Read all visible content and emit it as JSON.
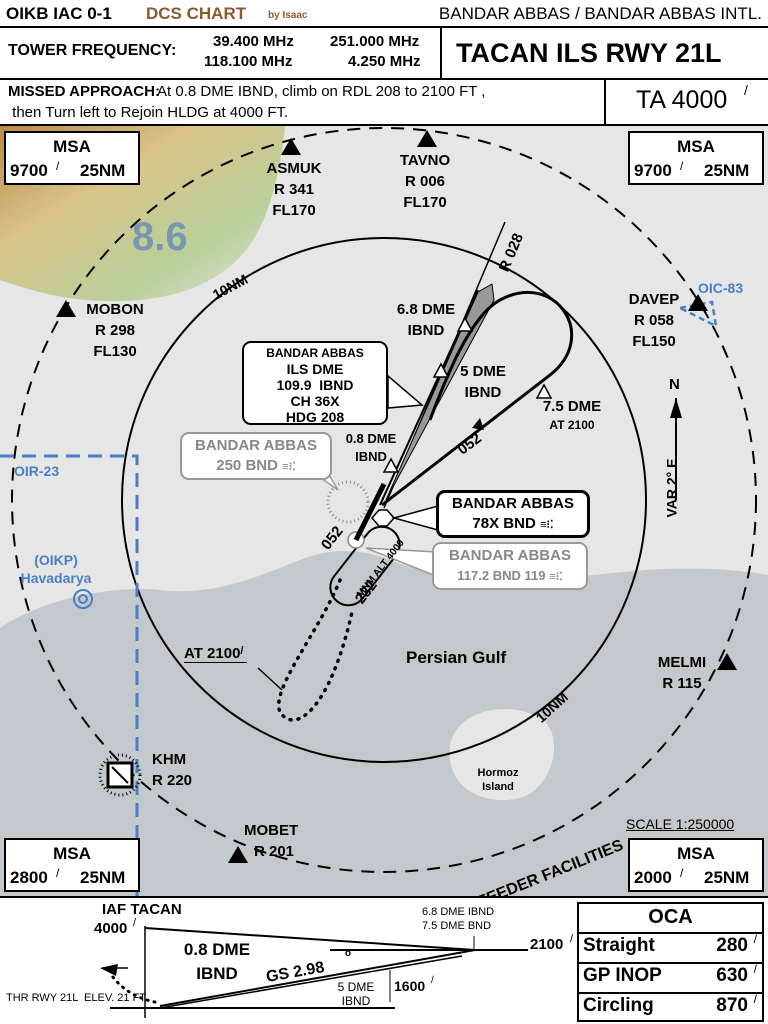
{
  "header": {
    "chart_id": "OIKB IAC 0-1",
    "dcs_label": "DCS CHART",
    "by_label": "by Isaac",
    "airport": "BANDAR ABBAS / BANDAR ABBAS INTL."
  },
  "tower": {
    "label": "TOWER FREQUENCY:",
    "freqs": [
      "39.400 MHz",
      "251.000 MHz",
      "118.100 MHz",
      "4.250 MHz"
    ]
  },
  "approach_title": "TACAN ILS RWY 21L",
  "missed": {
    "label": "MISSED APPROACH:",
    "line1": "At 0.8 DME IBND, climb on RDL 208 to 2100 FT ,",
    "line2": " then Turn left to Rejoin HLDG at 4000 FT."
  },
  "ta": {
    "value": "TA 4000",
    "mark": "/"
  },
  "msa_boxes": [
    {
      "label": "MSA",
      "alt": "9700",
      "mark": "/",
      "dist": "25NM"
    },
    {
      "label": "MSA",
      "alt": "9700",
      "mark": "/",
      "dist": "25NM"
    },
    {
      "label": "MSA",
      "alt": "2800",
      "mark": "/",
      "dist": "25NM"
    },
    {
      "label": "MSA",
      "alt": "2000",
      "mark": "/",
      "dist": "25NM"
    }
  ],
  "fixes": {
    "asmuk": [
      "ASMUK",
      "R 341",
      "FL170"
    ],
    "tavno": [
      "TAVNO",
      "R 006",
      "FL170"
    ],
    "mobon": [
      "MOBON",
      "R 298",
      "FL130"
    ],
    "davep": [
      "DAVEP",
      "R 058",
      "FL150"
    ],
    "melmi": [
      "MELMI",
      "R 115"
    ],
    "mobet": [
      "MOBET",
      "R 201"
    ],
    "khm": [
      "KHM",
      "R 220"
    ]
  },
  "ring_labels": {
    "nm10_top": "10NM",
    "nm10_bottom": "10NM",
    "feeder": "FEEDER FACILITIES"
  },
  "radial": "R 028",
  "deg_mark": "o",
  "dme_fixes": {
    "d68": [
      "6.8 DME",
      "IBND"
    ],
    "d5": [
      "5 DME",
      "IBND"
    ],
    "d75": [
      "7.5 DME",
      "AT 2100"
    ],
    "d08": [
      "0.8 DME",
      "IBND"
    ]
  },
  "course": {
    "inbound": "052",
    "outbound": "232",
    "hold_inbound": "052",
    "mnm_alt": "MNM ALT 4000"
  },
  "navaid_ils": [
    "BANDAR ABBAS",
    "ILS DME",
    "109.9  IBND",
    "CH 36X",
    "HDG 208"
  ],
  "navaid_ndb": [
    "BANDAR ABBAS",
    "250 BND"
  ],
  "navaid_tacan": [
    "BANDAR ABBAS",
    "78X BND"
  ],
  "navaid_vor": [
    "BANDAR ABBAS",
    "117.2 BND 119"
  ],
  "morse": "≡⁝⁚",
  "airspace": {
    "oir23": "OIR-23",
    "oic83": "OIC-83"
  },
  "havadarya": [
    "(OIKP)",
    "Havadarya"
  ],
  "geo": {
    "gulf": "Persian Gulf",
    "hormoz": [
      "Hormoz",
      "Island"
    ],
    "terrain": "8.6"
  },
  "north": {
    "n": "N",
    "var": "VAR 2° E"
  },
  "hold_alt": "AT 2100",
  "scale": "SCALE 1:250000",
  "profile": {
    "iaf": "IAF TACAN",
    "iaf_alt": "4000",
    "dme08": [
      "0.8 DME",
      "IBND"
    ],
    "gs": "GS 2.98",
    "dme68": "6.8 DME IBND",
    "dme75": "7.5 DME BND",
    "alt2100": "2100",
    "dme5": [
      "5 DME",
      "IBND"
    ],
    "alt1600": "1600",
    "thr": "THR RWY 21L  ELEV. 21 FT."
  },
  "oca": {
    "title": "OCA",
    "rows": [
      {
        "label": "Straight",
        "value": "280"
      },
      {
        "label": "GP INOP",
        "value": "630"
      },
      {
        "label": "Circling",
        "value": "870"
      }
    ],
    "mark": "/"
  }
}
